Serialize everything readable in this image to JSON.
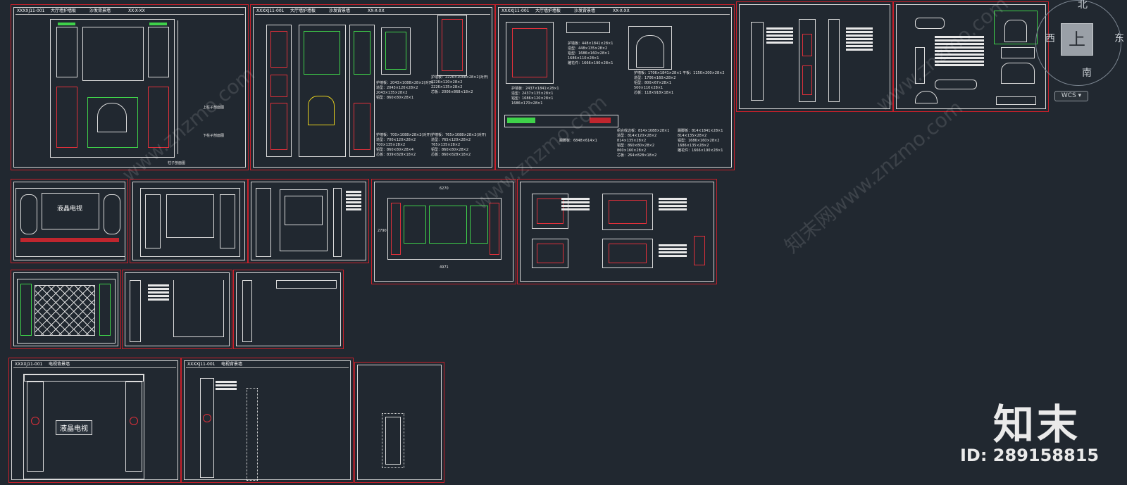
{
  "compass": {
    "north": "北",
    "south": "南",
    "east": "东",
    "west": "西",
    "top_face": "上",
    "wcs_label": "WCS"
  },
  "sheet1": {
    "title_cells": [
      "XXXXJ11-001",
      "大厅墙护墙板",
      "沙发背景墙",
      "XX-X-XX"
    ],
    "side_notes": [
      "上柱子剖面图",
      "下柱子剖面图"
    ],
    "bottom_note": "柱子剖面图"
  },
  "sheet2": {
    "title_cells": [
      "XXXXJ11-001",
      "大厅墙护墙板",
      "沙发背景墙",
      "XX-X-XX"
    ],
    "specs_a": [
      "护墙板：2043×1088×28×2(对开)",
      "造型：2043×120×28×2",
      "    2043×135×28×2",
      "铝型：860×80×28×1"
    ],
    "specs_b": [
      "护墙板：2226×1088×28×2(对开)",
      "    2226×120×28×2",
      "    2226×135×28×2",
      "芯板：2006×868×18×2"
    ],
    "specs_c": [
      "护墙板：700×1088×28×2(对开)",
      "造型：700×120×28×2",
      "    700×135×28×2",
      "铝型：860×80×28×4",
      "芯板：839×828×18×2"
    ],
    "specs_d": [
      "护墙板：765×1088×28×2(对开)",
      "造型：765×120×28×2",
      "    765×135×28×2",
      "铝型：860×80×28×2",
      "芯板：860×828×18×2"
    ]
  },
  "sheet3": {
    "title_cells": [
      "XXXXJ11-001",
      "大厅墙护墙板",
      "沙发背景墙",
      "XX-X-XX"
    ],
    "specs_a": [
      "护墙板：2437×1841×28×1",
      "造型：2437×135×28×1",
      "铝型：1686×120×28×1",
      "    1686×170×28×1"
    ],
    "specs_b": [
      "护墙板：448×1841×28×1",
      "造型：448×135×28×2",
      "铝型：1686×160×28×1",
      "    1686×110×28×1",
      "雕花件：1666×190×28×1"
    ],
    "specs_c": [
      "护墙板：1706×1841×28×1 平板：1150×200×28×2",
      "造型：1706×160×28×2",
      "铝型：800×67×28×1",
      "    500×110×28×1",
      "芯板：118×918×18×1"
    ],
    "specs_d": [
      "踢脚板：6848×614×1"
    ],
    "specs_e": [
      "组合收边板：814×1088×28×1",
      "造型：814×120×28×2",
      "    814×135×28×2",
      "铝型：860×80×28×2",
      "    860×160×28×2",
      "芯板：264×828×18×2"
    ],
    "specs_f": [
      "踢脚板：814×1841×28×1",
      "    814×135×28×2",
      "铝型：1686×160×28×2",
      "    1686×135×28×2",
      "雕花件：1666×190×28×1"
    ]
  },
  "sheet_tv1": {
    "tv_label": "液晶电视"
  },
  "sheet_large": {
    "dim_top": "6270",
    "dim_bottom": "4971",
    "dim_left": "2790"
  },
  "sheet_bottom1": {
    "tv_label": "液晶电视",
    "title_cells": [
      "XXXXJ11-001",
      "电视背景墙"
    ]
  },
  "sheet_bottom2": {
    "title_cells": [
      "XXXXJ11-001",
      "电视背景墙"
    ]
  },
  "watermarks": {
    "site": "www.znzmo.com",
    "site_cn": "知末网www.znzmo.com"
  },
  "brand": {
    "name": "知末",
    "id_text": "ID: 289158815"
  }
}
